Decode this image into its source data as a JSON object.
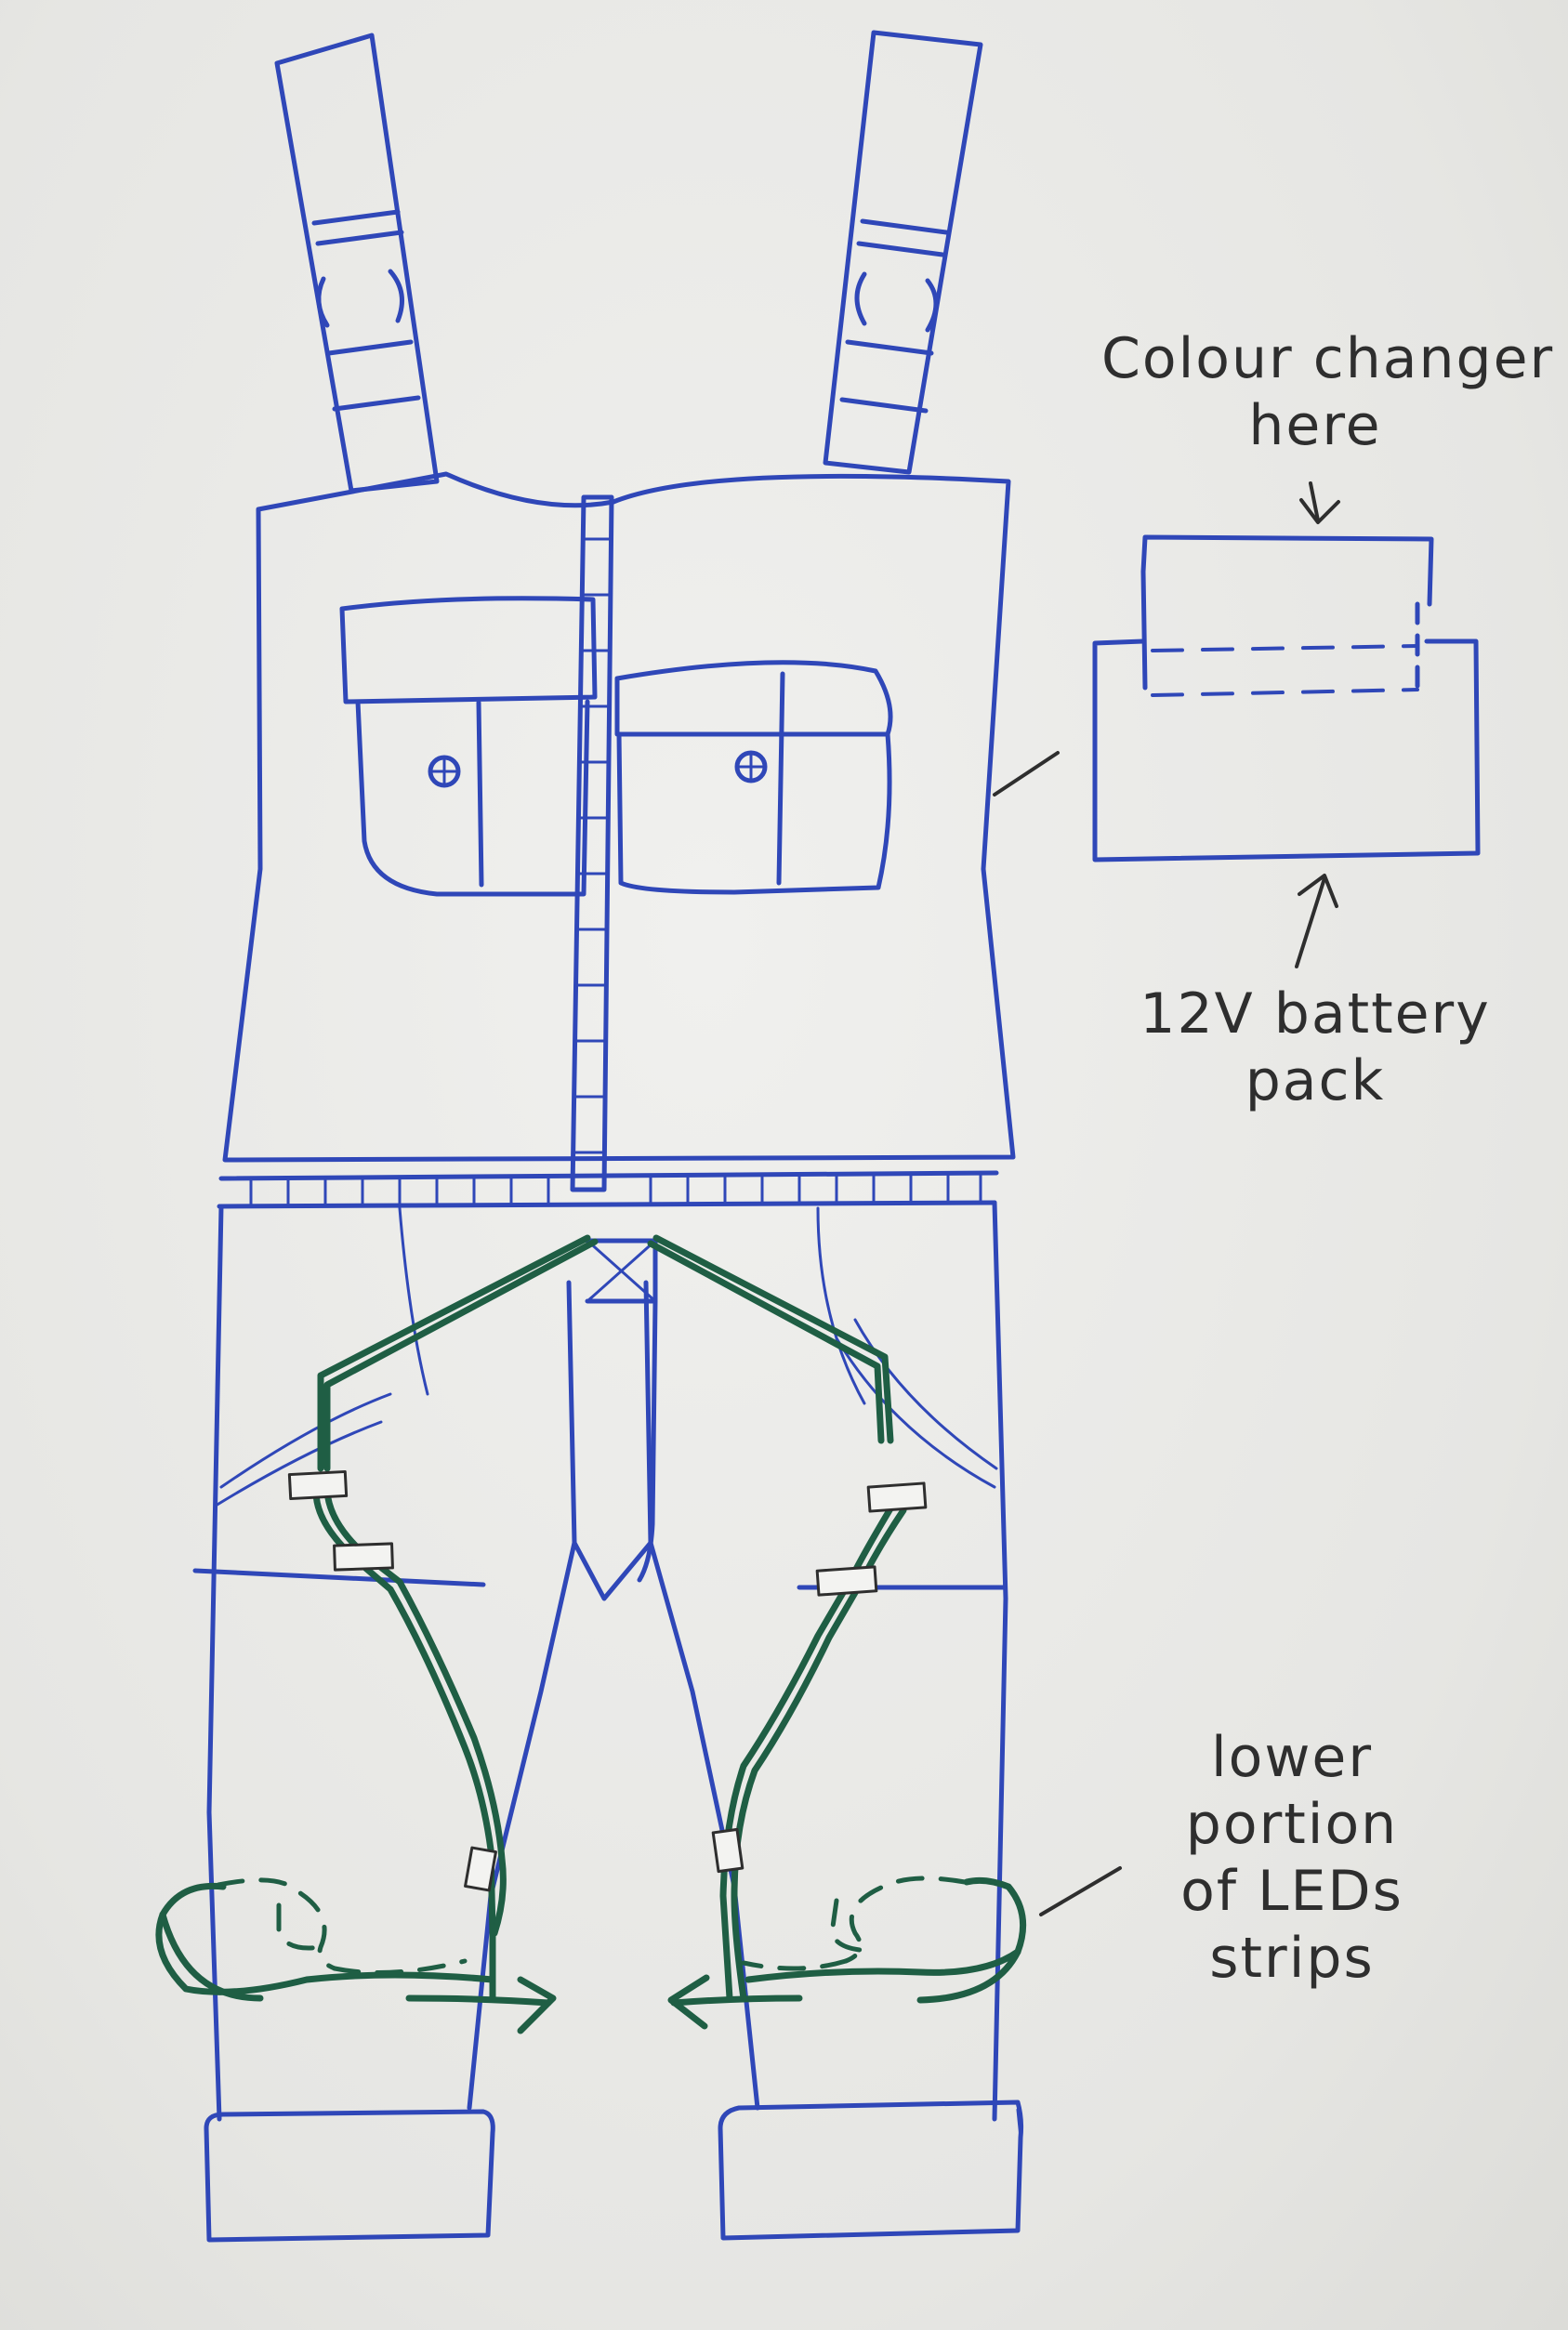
{
  "labels": {
    "colour_changer": [
      "Colour changer",
      "here"
    ],
    "battery_pack": [
      "12V battery",
      "pack"
    ],
    "led_strips": [
      "lower",
      "portion",
      "of LEDs",
      "strips"
    ]
  },
  "colors": {
    "ink_blue": "#2f47b8",
    "ink_green": "#1f5e44",
    "ink_dark": "#2e2e2e",
    "paper": "#ececea"
  }
}
